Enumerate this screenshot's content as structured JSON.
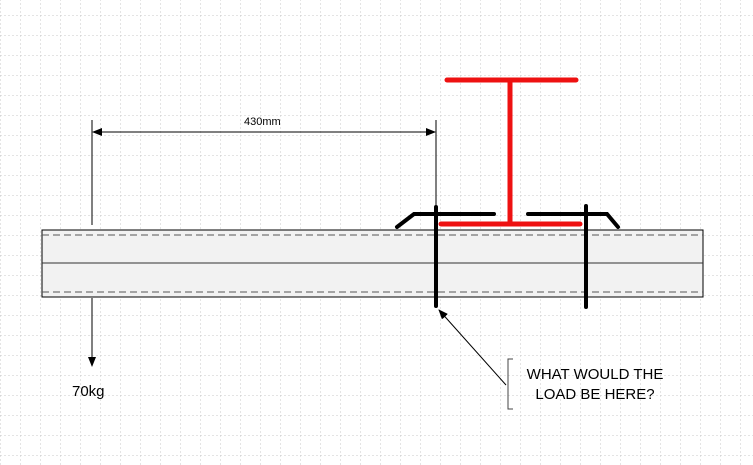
{
  "dimension": {
    "label": "430mm"
  },
  "load": {
    "label": "70kg"
  },
  "callout": {
    "line1": "WHAT WOULD THE",
    "line2": "LOAD BE HERE?"
  },
  "colors": {
    "beam_fill": "#f2f2f2",
    "bracket": "#000000",
    "t_bar": "#ee1111",
    "grid": "#c8c8c8"
  }
}
